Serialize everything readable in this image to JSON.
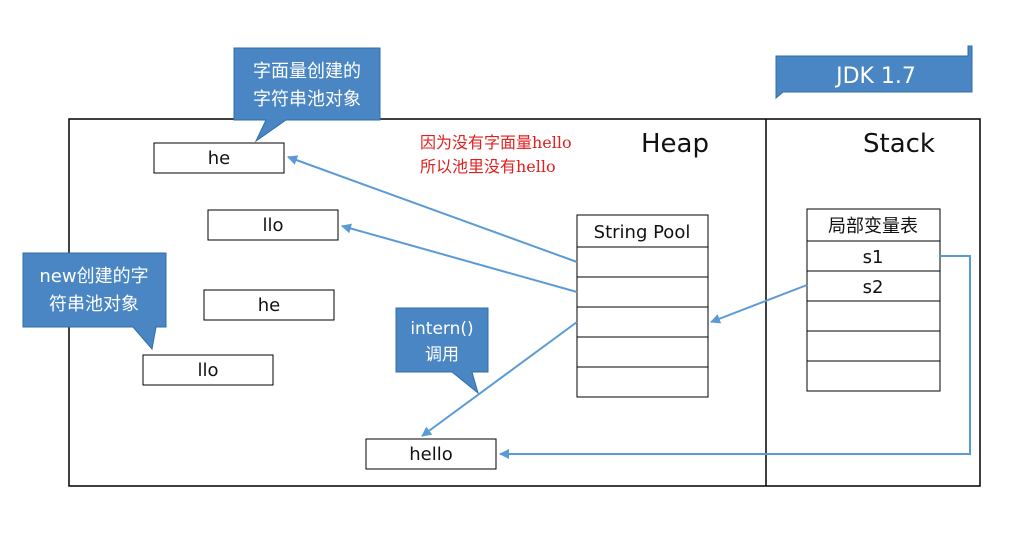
{
  "colors": {
    "callout": "#4a86c3",
    "callout_border": "#2f6ea8",
    "banner": "#4a86c3",
    "arrow": "#5b9bd5",
    "note_text": "#e02020",
    "box_border": "#000000"
  },
  "banner": {
    "label": "JDK 1.7"
  },
  "regions": {
    "heap": "Heap",
    "stack": "Stack"
  },
  "note": {
    "line1": "因为没有字面量hello",
    "line2": "所以池里没有hello"
  },
  "callouts": {
    "literal": {
      "line1": "字面量创建的",
      "line2": "字符串池对象"
    },
    "new_obj": {
      "line1": "new创建的字",
      "line2": "符串池对象"
    },
    "intern": {
      "line1": "intern()",
      "line2": "调用"
    }
  },
  "heap_objects": {
    "he_top": "he",
    "llo_top": "llo",
    "he_mid": "he",
    "llo_bottom": "llo",
    "hello": "hello"
  },
  "string_pool": {
    "title": "String Pool"
  },
  "stack_table": {
    "title": "局部变量表",
    "rows": [
      "s1",
      "s2",
      "",
      "",
      "",
      ""
    ]
  }
}
